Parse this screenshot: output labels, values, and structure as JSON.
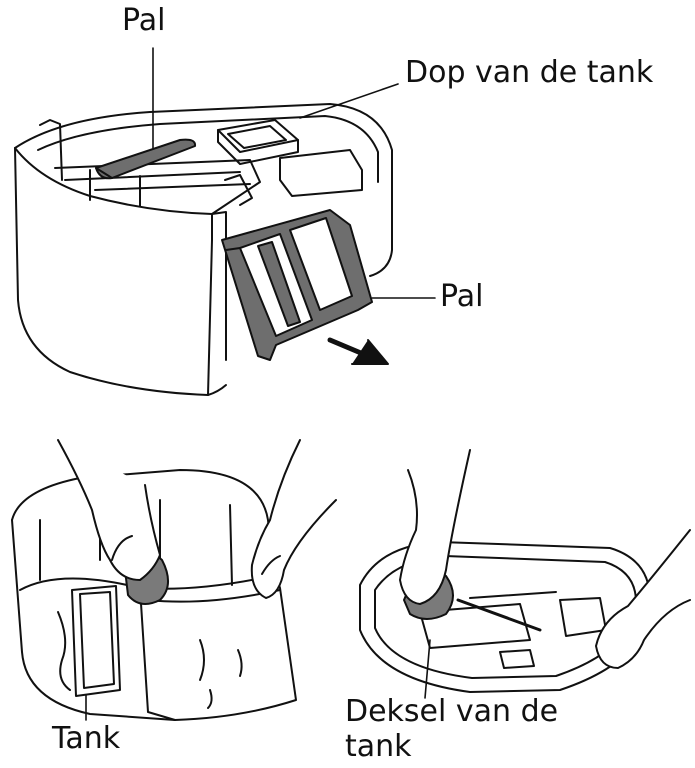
{
  "labels": {
    "pal_top": "Pal",
    "dop_tank": "Dop van de tank",
    "pal_right": "Pal",
    "tank": "Tank",
    "deksel_line1": "Deksel van de",
    "deksel_line2": "tank"
  },
  "colors": {
    "ink": "#111111",
    "latch_fill": "#6e6e6e",
    "hand_fill": "#ffffff",
    "cloth_fill": "#7a7a7a",
    "background": "#ffffff"
  }
}
